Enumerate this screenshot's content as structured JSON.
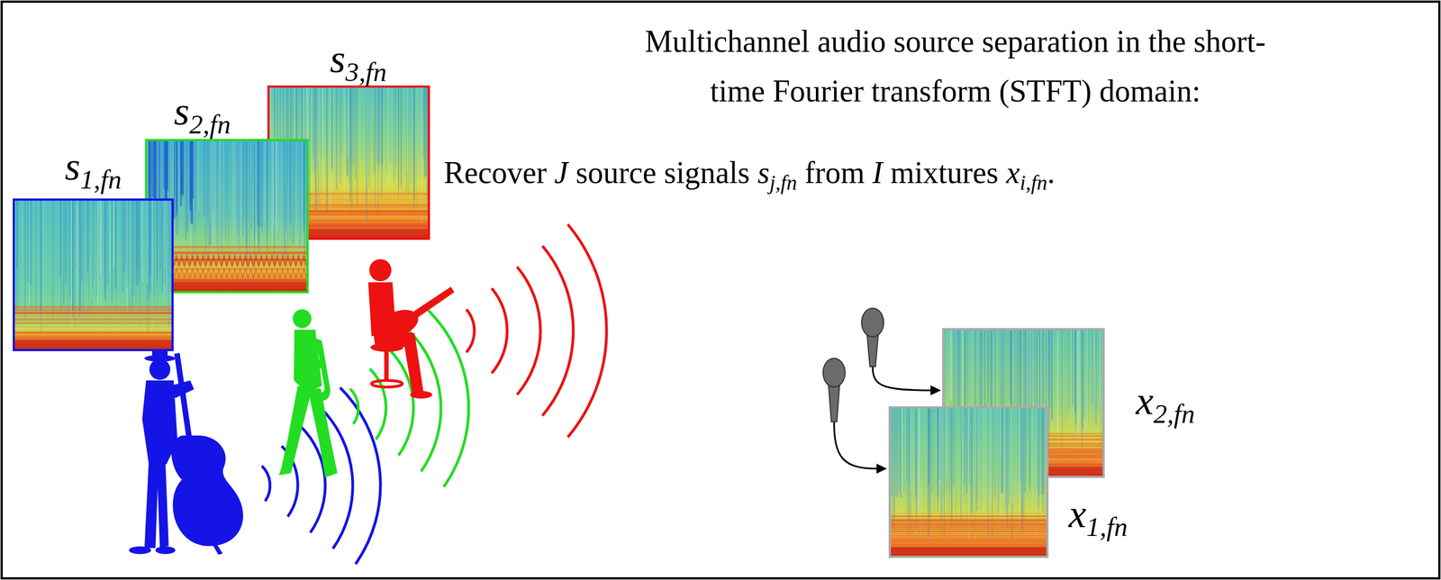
{
  "diagram": {
    "title": "Multichannel audio source separation in the short-time Fourier transform (STFT) domain:",
    "nodes": [
      {
        "text": [
          "s1,fn"
        ]
      },
      {
        "text": [
          "s2,fn"
        ]
      },
      {
        "text": [
          "s3,fn"
        ]
      },
      {
        "text": [
          "x1,fn"
        ]
      },
      {
        "text": [
          "x2,fn"
        ]
      }
    ],
    "labels": [
      "Recover J source signals sj,fn from I mixtures xi,fn."
    ]
  }
}
